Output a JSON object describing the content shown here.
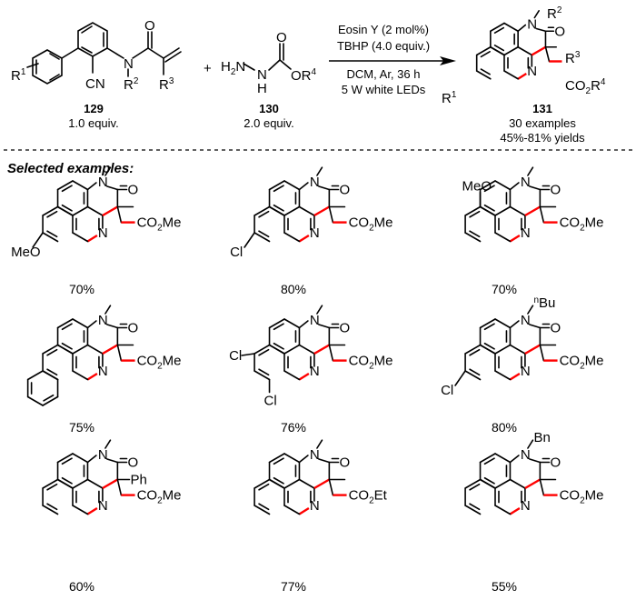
{
  "reaction": {
    "reactant1": {
      "id": "129",
      "equiv": "1.0 equiv.",
      "labels": {
        "r1": "R",
        "r1_sup": "1",
        "cn": "CN",
        "n": "N",
        "r2": "R",
        "r2_sup": "2",
        "r3": "R",
        "r3_sup": "3",
        "o": "O"
      }
    },
    "plus": "+",
    "reactant2": {
      "id": "130",
      "equiv": "2.0 equiv.",
      "labels": {
        "h2n": "H",
        "h2n_sub": "2",
        "h2n_n": "N",
        "nh_n": "N",
        "nh_h": "H",
        "o": "O",
        "or": "OR",
        "or_sup": "4"
      }
    },
    "conditions_above": [
      "Eosin Y (2 mol%)",
      "TBHP (4.0 equiv.)"
    ],
    "conditions_below": [
      "DCM, Ar, 36 h",
      "5 W white LEDs"
    ],
    "product": {
      "id": "131",
      "scope": "30 examples",
      "yields": "45%-81% yields",
      "labels": {
        "r1": "R",
        "r1_sup": "1",
        "n_ring": "N",
        "n_amide": "N",
        "r2": "R",
        "r2_sup": "2",
        "o": "O",
        "r3": "R",
        "r3_sup": "3",
        "ester": "CO",
        "ester_sub": "2",
        "ester_r": "R",
        "ester_sup": "4"
      }
    }
  },
  "section_title": "Selected examples:",
  "new_bond_color": "#ff0000",
  "examples": [
    {
      "n_sub": "",
      "c_sub": "",
      "ester": "Me",
      "aryl": "7-OMe",
      "sub_label": "MeO",
      "yield": "70%"
    },
    {
      "n_sub": "",
      "c_sub": "",
      "ester": "Me",
      "aryl": "7-Cl",
      "sub_label": "Cl",
      "yield": "80%"
    },
    {
      "n_sub": "",
      "c_sub": "",
      "ester": "Me",
      "aryl": "10-OMe",
      "sub_label": "MeO",
      "yield": "70%"
    },
    {
      "n_sub": "",
      "c_sub": "",
      "ester": "Me",
      "aryl": "benzo",
      "sub_label": "",
      "yield": "75%"
    },
    {
      "n_sub": "",
      "c_sub": "",
      "ester": "Me",
      "aryl": "diCl",
      "sub_label": "Cl",
      "yield": "76%"
    },
    {
      "n_sub": "nBu",
      "n_sub_pre": "n",
      "n_sub_main": "Bu",
      "c_sub": "",
      "ester": "Me",
      "aryl": "7-Cl",
      "sub_label": "Cl",
      "yield": "80%"
    },
    {
      "n_sub": "",
      "c_sub": "Ph",
      "ester": "Me",
      "aryl": "H",
      "sub_label": "",
      "yield": "60%"
    },
    {
      "n_sub": "",
      "c_sub": "",
      "ester": "Et",
      "aryl": "H",
      "sub_label": "",
      "yield": "77%"
    },
    {
      "n_sub": "Bn",
      "n_sub_main": "Bn",
      "c_sub": "",
      "ester": "Me",
      "aryl": "H",
      "sub_label": "",
      "yield": "55%"
    }
  ],
  "common_labels": {
    "n": "N",
    "o": "O",
    "co": "CO",
    "co_sub": "2"
  }
}
